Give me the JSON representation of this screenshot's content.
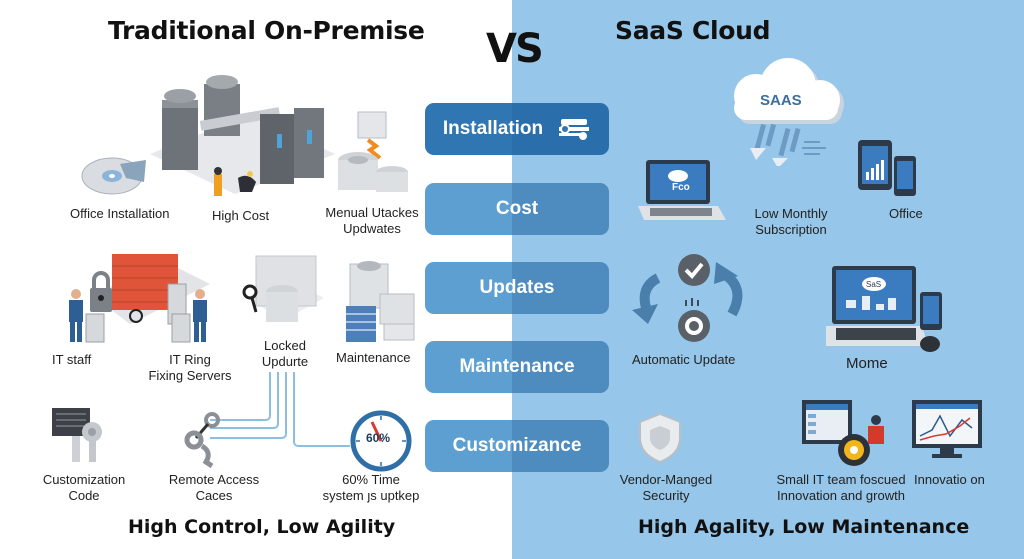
{
  "left": {
    "title": "Traditional On-Premise",
    "labels": {
      "office_installation": "Office Installation",
      "high_cost": "High Cost",
      "manual_updates_line1": "Menual Utackes",
      "manual_updates_line2": "Updwates",
      "it_staff": "IT staff",
      "it_ring_line1": "IT Ring",
      "it_ring_line2": "Fixing Servers",
      "locked_update_line1": "Locked",
      "locked_update_line2": "Updurte",
      "maintenance": "Maintenance",
      "customization_line1": "Customization",
      "customization_line2": "Code",
      "remote_access_line1": "Remote Access",
      "remote_access_line2": "Caces",
      "time_line1": "60% Time",
      "time_line2": "system ȷs uptkep",
      "gauge_value": "60%"
    },
    "footer": "High Control, Low Agility"
  },
  "vs": "VS",
  "center": {
    "buttons": [
      {
        "label": "Installation",
        "active": true,
        "icon": "truck-icon"
      },
      {
        "label": "Cost",
        "active": false
      },
      {
        "label": "Updates",
        "active": false
      },
      {
        "label": "Maintenance",
        "active": false
      },
      {
        "label": "Customizance",
        "active": false
      }
    ]
  },
  "right": {
    "title": "SaaS Cloud",
    "cloud_text": "SAAS",
    "labels": {
      "low_monthly_line1": "Low Monthly",
      "low_monthly_line2": "Subscription",
      "office": "Office",
      "automatic_update": "Automatic Update",
      "mome": "Mome",
      "vendor_line1": "Vendor-Manged",
      "vendor_line2": "Security",
      "small_it_line1": "Small IT team foscued",
      "small_it_line2": "Innovation and growth",
      "innovation": "Innovatio on",
      "laptop_screen_text": "Fco",
      "laptop2_screen_text": "SaS"
    },
    "footer": "High Agality, Low Maintenance"
  },
  "colors": {
    "right_bg": "#96c6e9",
    "button_active": "#2f76b2",
    "button_inactive": "#5d9fd0",
    "brick": "#e0553a",
    "suit": "#2e5f94"
  }
}
